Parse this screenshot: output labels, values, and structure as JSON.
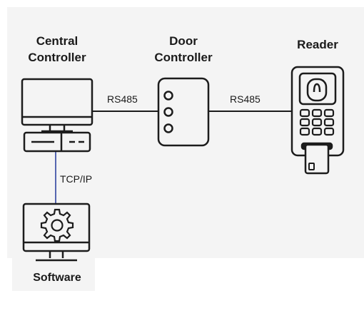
{
  "nodes": {
    "central_controller": {
      "title_line1": "Central",
      "title_line2": "Controller"
    },
    "door_controller": {
      "title_line1": "Door",
      "title_line2": "Controller"
    },
    "reader": {
      "title": "Reader"
    },
    "software": {
      "title": "Software"
    }
  },
  "links": {
    "central_to_door": "RS485",
    "door_to_reader": "RS485",
    "central_to_software": "TCP/IP"
  },
  "colors": {
    "line": "#1c1c1c",
    "tcpip_line": "#5566b0",
    "background": "#f4f4f4"
  }
}
